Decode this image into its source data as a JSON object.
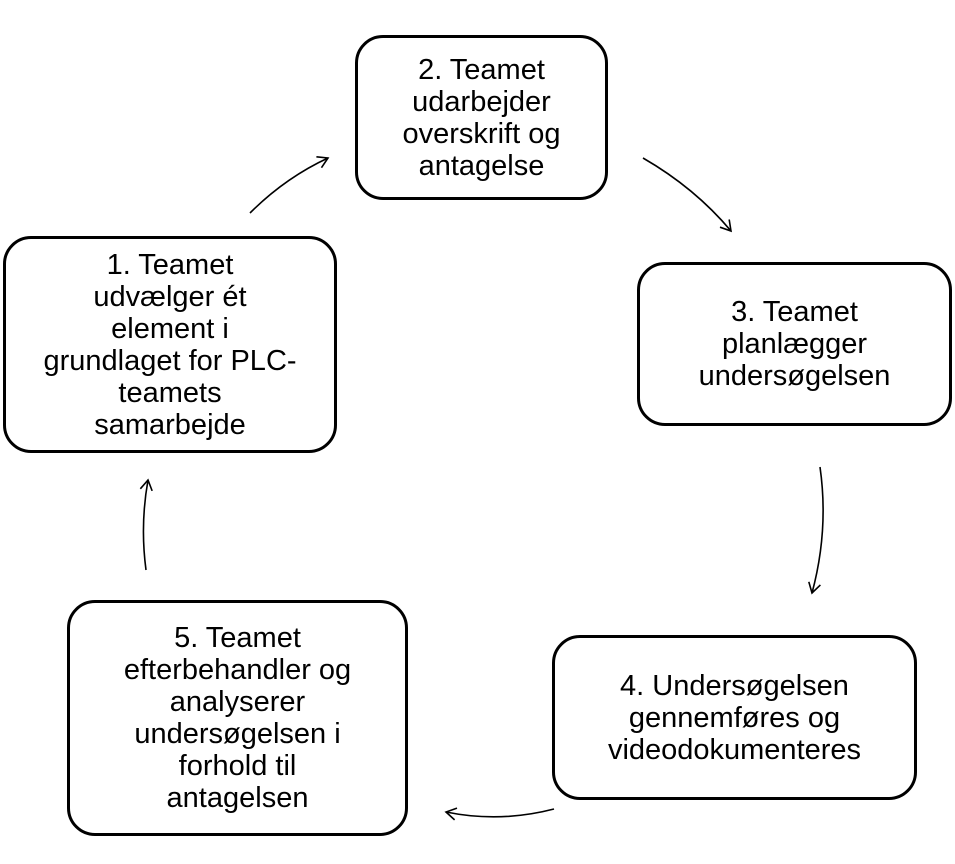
{
  "steps": [
    {
      "id": "step-1",
      "text": "1. Teamet\nudvælger ét\nelement i\ngrundlaget for PLC-\nteamets\nsamarbejde"
    },
    {
      "id": "step-2",
      "text": "2. Teamet\nudarbejder\noverskrift og\nantagelse"
    },
    {
      "id": "step-3",
      "text": "3. Teamet\nplanlægger\nundersøgelsen"
    },
    {
      "id": "step-4",
      "text": "4. Undersøgelsen\ngennemføres og\nvideodokumenteres"
    },
    {
      "id": "step-5",
      "text": "5. Teamet\nefterbehandler og\nanalyserer\nundersøgelsen i\nforhold til\nantagelsen"
    }
  ],
  "colors": {
    "stroke": "#000000",
    "background": "#ffffff"
  }
}
